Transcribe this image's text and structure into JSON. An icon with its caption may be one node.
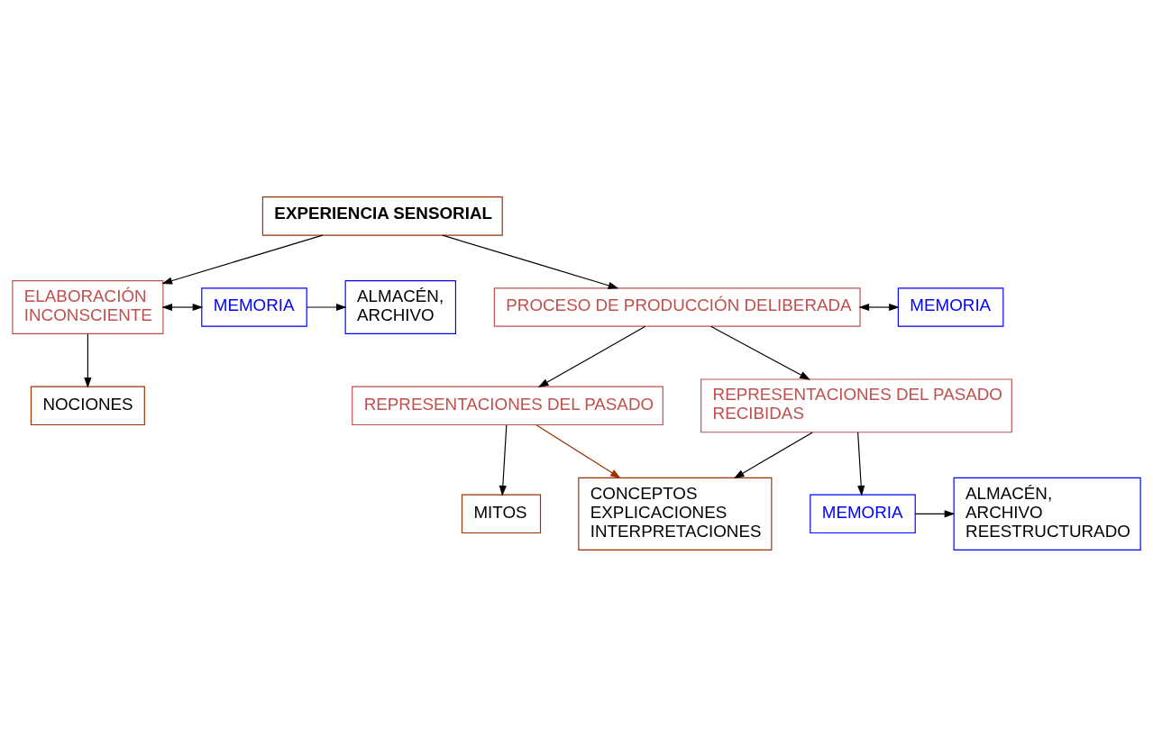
{
  "diagram": {
    "nodes": [
      {
        "text": [
          "EXPERIENCIA SENSORIAL"
        ]
      },
      {
        "text": [
          "ELABORACIÓN INCONSCIENTE"
        ]
      },
      {
        "text": [
          "MEMORIA"
        ]
      },
      {
        "text": [
          "ALMACÉN, ARCHIVO"
        ]
      },
      {
        "text": [
          "NOCIONES"
        ]
      },
      {
        "text": [
          "MITOS"
        ]
      },
      {
        "text": [
          "PROCESO DE PRODUCCIÓN DELIBERADA"
        ]
      },
      {
        "text": [
          "MEMORIA"
        ]
      },
      {
        "text": [
          "REPRESENTACIONES DEL PASADO"
        ]
      },
      {
        "text": [
          "REPRESENTACIONES DEL PASADO RECIBIDAS"
        ]
      },
      {
        "text": [
          "CONCEPTOS EXPLICACIONES INTERPRETACIONES"
        ]
      },
      {
        "text": [
          "MEMORIA"
        ]
      },
      {
        "text": [
          "ALMACÉN, ARCHIVO REESTRUCTURADO"
        ]
      }
    ],
    "edges": [
      {
        "from": 0,
        "to": 1,
        "arrow": "to"
      },
      {
        "from": 1,
        "to": 2,
        "arrow": "both"
      },
      {
        "from": 2,
        "to": 3,
        "arrow": "to"
      },
      {
        "from": 1,
        "to": 4,
        "arrow": "to"
      },
      {
        "from": 0,
        "to": 6,
        "arrow": "to"
      },
      {
        "from": 6,
        "to": 7,
        "arrow": "both"
      },
      {
        "from": 6,
        "to": 8,
        "arrow": "to"
      },
      {
        "from": 6,
        "to": 9,
        "arrow": "to"
      },
      {
        "from": 8,
        "to": 5,
        "arrow": "to"
      },
      {
        "from": 8,
        "to": 10,
        "arrow": "to",
        "color": "#993300"
      },
      {
        "from": 9,
        "to": 11,
        "arrow": "to"
      },
      {
        "from": 11,
        "to": 12,
        "arrow": "to"
      },
      {
        "from": 9,
        "to": 10,
        "arrow": "to"
      }
    ]
  }
}
